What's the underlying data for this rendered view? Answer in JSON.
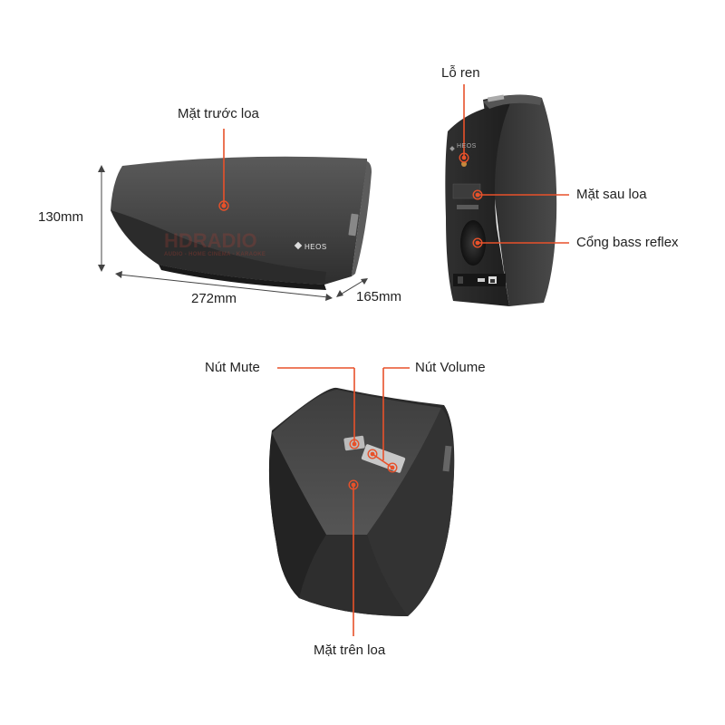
{
  "labels": {
    "front": "Mặt trước loa",
    "thread_hole": "Lỗ ren",
    "back": "Mặt sau loa",
    "bass_port": "Cổng bass reflex",
    "mute": "Nút Mute",
    "volume": "Nút Volume",
    "top": "Mặt trên loa"
  },
  "dimensions": {
    "height": "130mm",
    "width": "272mm",
    "depth": "165mm"
  },
  "watermark": {
    "brand": "HDRADIO",
    "tagline": "AUDIO - HOME CINEMA - KARAOKE"
  },
  "logo": {
    "text": "HEOS"
  },
  "colors": {
    "accent": "#e8512a",
    "speaker_body": "#3a3a3a",
    "background": "#ffffff"
  }
}
